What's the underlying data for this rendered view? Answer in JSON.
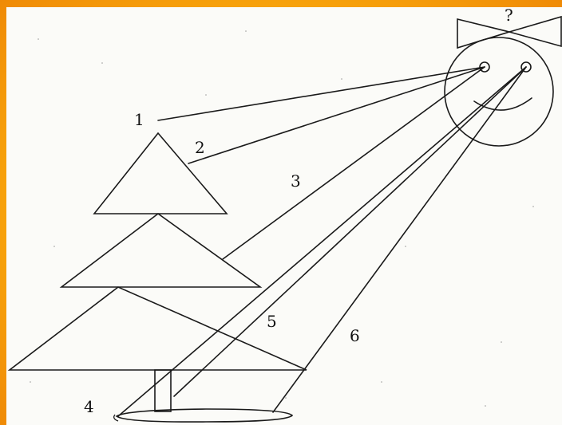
{
  "diagram": {
    "labels": {
      "l1": "1",
      "l2": "2",
      "l3": "3",
      "l4": "4",
      "l5": "5",
      "l6": "6",
      "question": "?"
    }
  }
}
